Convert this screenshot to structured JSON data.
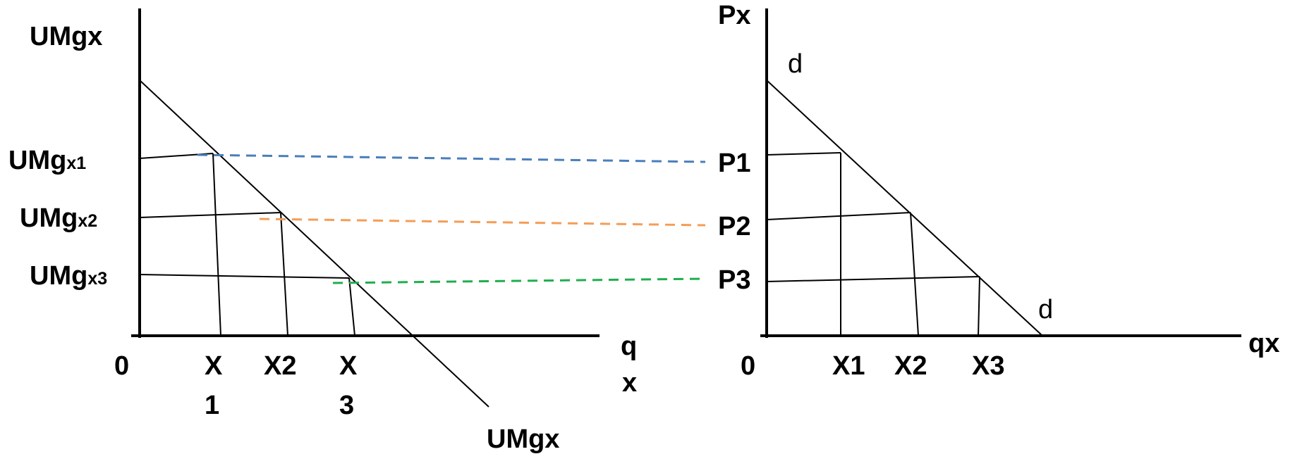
{
  "left_diagram": {
    "y_axis_label": "UMgx",
    "x_axis_label_line1": "q",
    "x_axis_label_line2": "x",
    "origin": "0",
    "curve_label": "UMgx",
    "umg_labels": [
      {
        "main": "UMg",
        "sub": "x1"
      },
      {
        "main": "UMg",
        "sub": "x2"
      },
      {
        "main": "UMg",
        "sub": "x3"
      }
    ],
    "x_labels": [
      {
        "line1": "X",
        "line2": "1"
      },
      {
        "line1": "X2",
        "line2": ""
      },
      {
        "line1": "X",
        "line2": "3"
      }
    ]
  },
  "right_diagram": {
    "y_axis_label": "Px",
    "x_axis_label": "qx",
    "origin": "0",
    "demand_label_top": "d",
    "demand_label_bottom": "d",
    "price_labels": [
      "P1",
      "P2",
      "P3"
    ],
    "x_labels": [
      "X1",
      "X2",
      "X3"
    ]
  },
  "connectors": [
    {
      "from": "UMgx1",
      "to": "P1",
      "color": "#4a7ebb",
      "style": "dashed"
    },
    {
      "from": "UMgx2",
      "to": "P2",
      "color": "#f59d56",
      "style": "dashed"
    },
    {
      "from": "UMgx3",
      "to": "P3",
      "color": "#1fae4e",
      "style": "dashed"
    }
  ]
}
